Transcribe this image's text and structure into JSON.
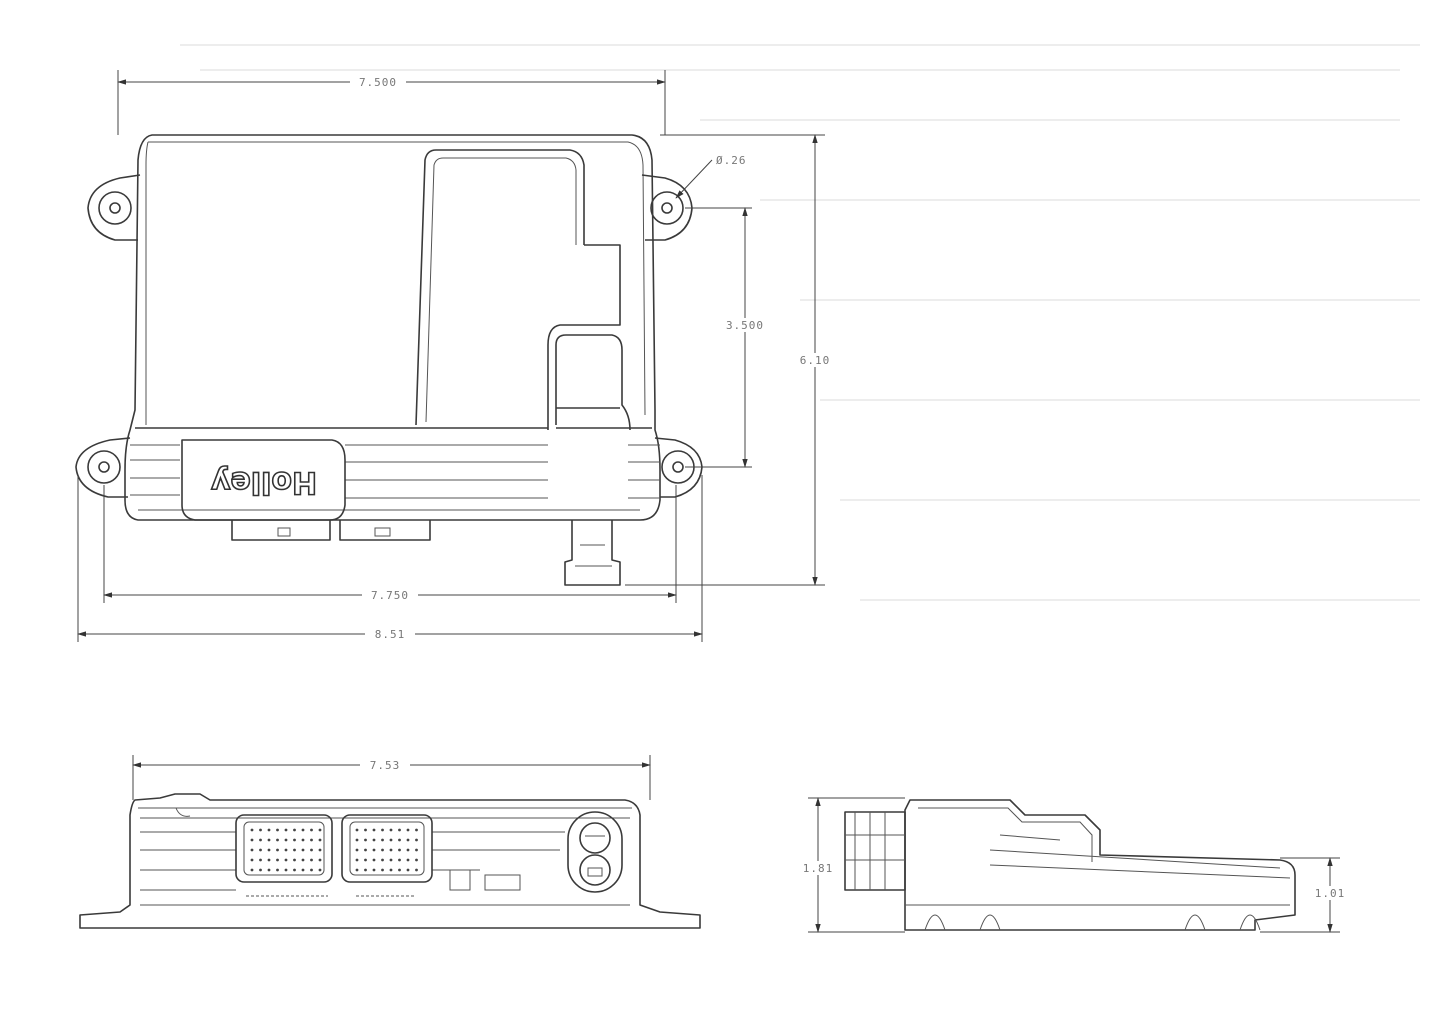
{
  "drawing": {
    "top_view": {
      "dim_top_width": "7.500",
      "dim_hole_diameter": "Ø.26",
      "dim_hole_spacing": "3.500",
      "dim_height": "6.10",
      "dim_lower_width": "7.750",
      "dim_overall_width": "8.51",
      "logo": "Holley"
    },
    "front_view": {
      "dim_width": "7.53"
    },
    "side_view": {
      "dim_tall_height": "1.81",
      "dim_short_height": "1.01"
    }
  }
}
